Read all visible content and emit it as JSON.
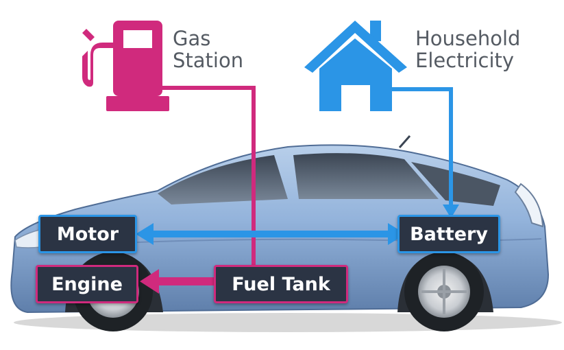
{
  "sources": {
    "gas": {
      "line1": "Gas",
      "line2": "Station"
    },
    "electric": {
      "line1": "Household",
      "line2": "Electricity"
    }
  },
  "components": {
    "motor": "Motor",
    "battery": "Battery",
    "engine": "Engine",
    "fuel_tank": "Fuel Tank"
  },
  "colors": {
    "fuel": "#d02a7d",
    "electric": "#2b95e6",
    "box_bg": "#2b3444",
    "car_body": "#8fb0d8"
  }
}
